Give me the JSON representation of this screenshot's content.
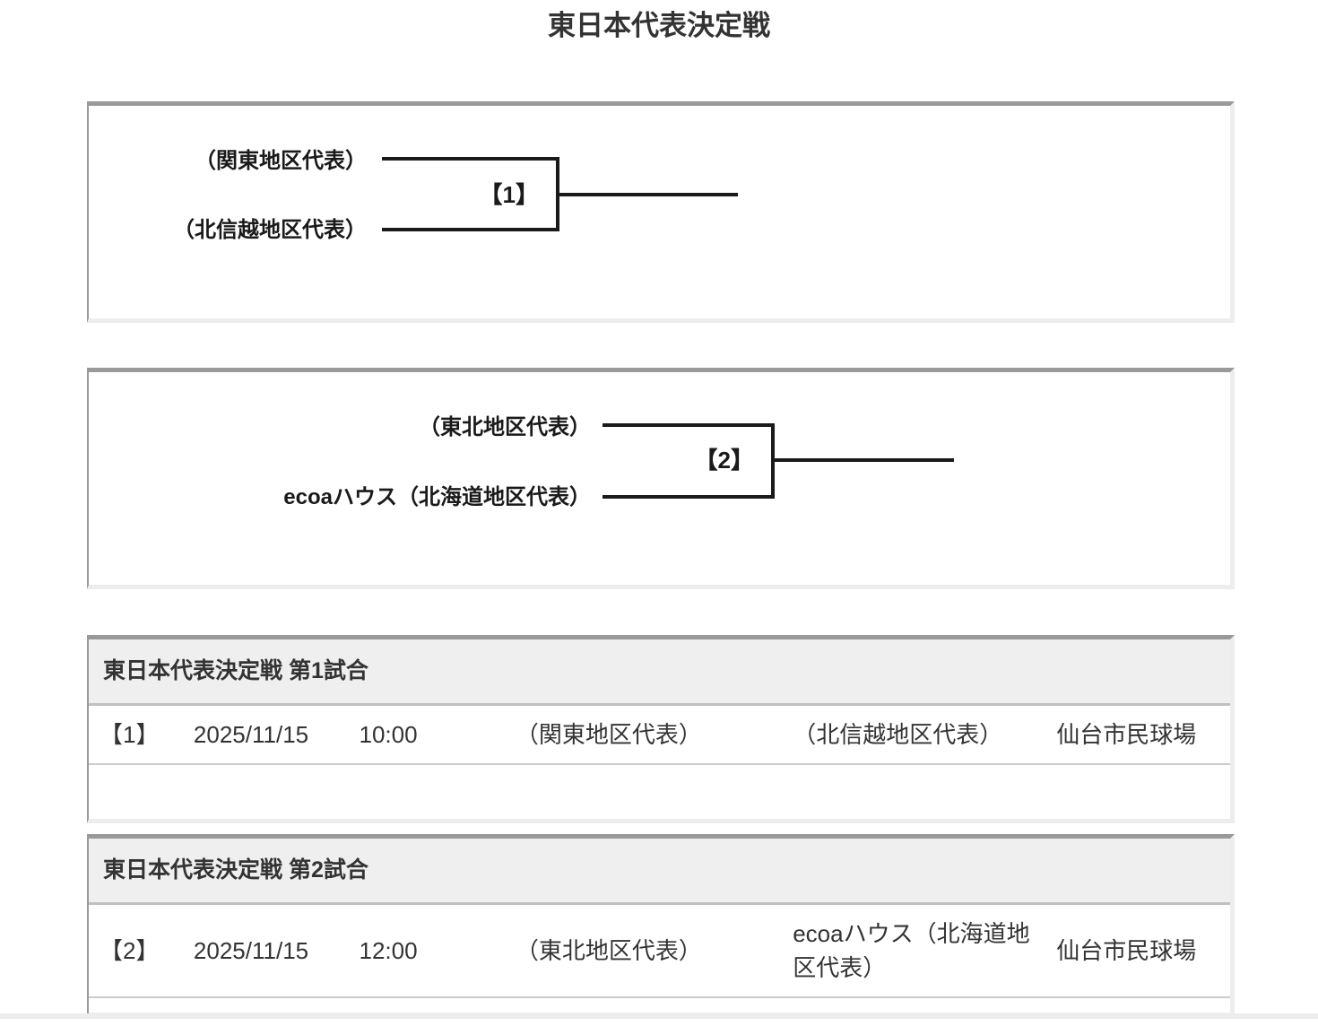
{
  "page": {
    "title": "東日本代表決定戦"
  },
  "colors": {
    "panel_border_dark": "#999999",
    "panel_border_light": "#ededed",
    "table_header_bg": "#efefef",
    "header_divider": "#c0c0c0",
    "row_divider": "#cccccc",
    "bracket_line": "#1a1a1a",
    "text": "#333333"
  },
  "brackets": [
    {
      "match_label": "【1】",
      "top_team": "（関東地区代表）",
      "bottom_team": "（北信越地区代表）"
    },
    {
      "match_label": "【2】",
      "top_team": "（東北地区代表）",
      "bottom_team": "ecoaハウス（北海道地区代表）"
    }
  ],
  "tables": [
    {
      "header": "東日本代表決定戦 第1試合",
      "rows": [
        {
          "match": "【1】",
          "date": "2025/11/15",
          "time": "10:00",
          "team1": "（関東地区代表）",
          "team2": "（北信越地区代表）",
          "venue": "仙台市民球場"
        }
      ]
    },
    {
      "header": "東日本代表決定戦 第2試合",
      "rows": [
        {
          "match": "【2】",
          "date": "2025/11/15",
          "time": "12:00",
          "team1": "（東北地区代表）",
          "team2": "ecoaハウス（北海道地区代表）",
          "venue": "仙台市民球場"
        }
      ]
    }
  ]
}
